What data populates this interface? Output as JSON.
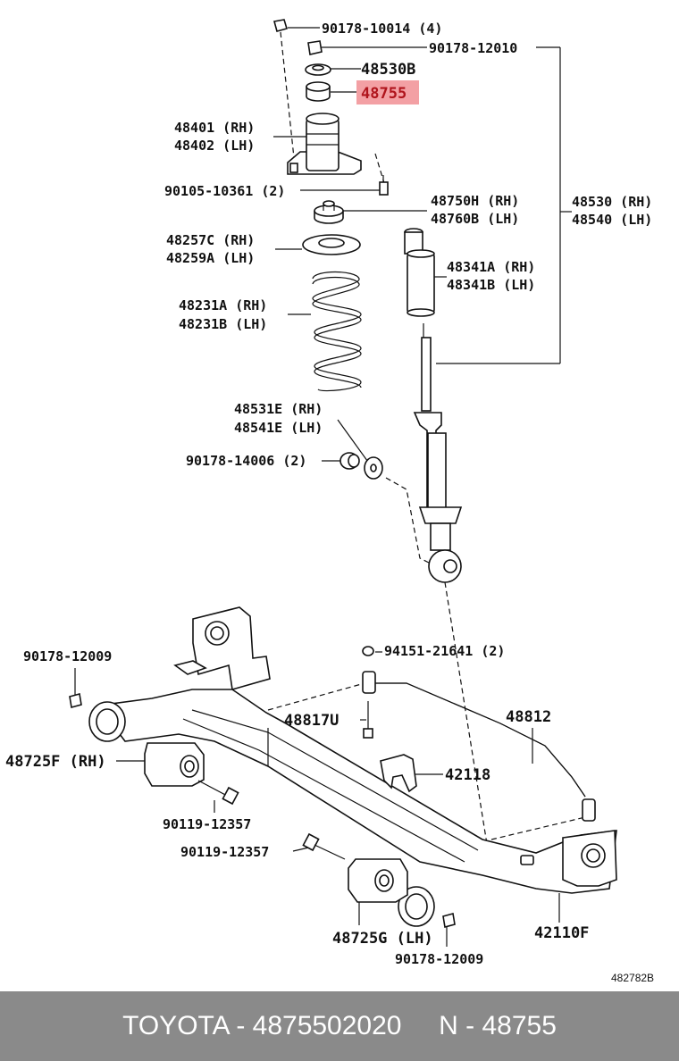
{
  "diagram": {
    "labels": {
      "l1": "90178-10014 (4)",
      "l2": "90178-12010",
      "l3": "48530B",
      "l4": "48755",
      "l5": "48401 (RH)",
      "l6": "48402 (LH)",
      "l7": "90105-10361 (2)",
      "l8": "48750H (RH)",
      "l9": "48760B (LH)",
      "l10": "48530 (RH)",
      "l11": "48540 (LH)",
      "l12": "48257C (RH)",
      "l13": "48259A (LH)",
      "l14": "48341A (RH)",
      "l15": "48341B (LH)",
      "l16": "48231A (RH)",
      "l17": "48231B (LH)",
      "l18": "48531E (RH)",
      "l19": "48541E (LH)",
      "l20": "90178-14006 (2)",
      "l21": "90178-12009",
      "l22": "94151-21641 (2)",
      "l23": "48817U",
      "l24": "48812",
      "l25": "48725F (RH)",
      "l26": "42118",
      "l27": "90119-12357",
      "l28": "90119-12357",
      "l29": "48725G (LH)",
      "l30": "42110F",
      "l31": "90178-12009",
      "l32": "482782B"
    },
    "highlight_color": "#f3a0a4"
  },
  "footer": {
    "brand": "TOYOTA",
    "part_number": "4875502020",
    "ref_prefix": "N",
    "ref_number": "48755",
    "text": "TOYOTA - 4875502020     N - 48755",
    "background": "#8a8a8a"
  }
}
